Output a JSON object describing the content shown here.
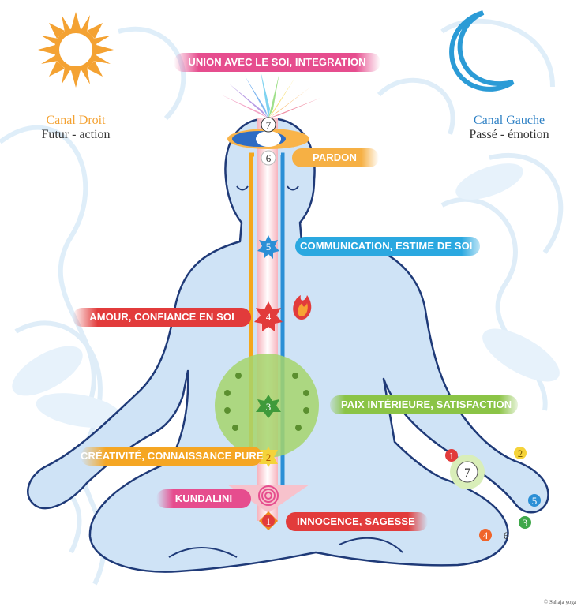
{
  "labels": {
    "union": "UNION AVEC LE SOI, INTEGRATION",
    "pardon": "PARDON",
    "communication": "COMMUNICATION, ESTIME DE SOI",
    "amour": "AMOUR, CONFIANCE EN SOI",
    "paix": "PAIX INTÉRIEURE, SATISFACTION",
    "creativite": "CRÉATIVITÉ, CONNAISSANCE PURE",
    "kundalini": "KUNDALINI",
    "innocence": "INNOCENCE, SAGESSE"
  },
  "canal_droit": {
    "title": "Canal Droit",
    "subtitle": "Futur - action"
  },
  "canal_gauche": {
    "title": "Canal Gauche",
    "subtitle": "Passé - émotion"
  },
  "chakras": [
    "1",
    "2",
    "3",
    "4",
    "5",
    "6",
    "7"
  ],
  "hand": [
    "1",
    "2",
    "7",
    "5",
    "3",
    "4",
    "6"
  ],
  "copyright": "© Sahaja yoga",
  "colors": {
    "union": "#e64d8e",
    "pardon": "#f6b044",
    "communication": "#2aa8e0",
    "amour": "#e23b3b",
    "paix": "#8bc446",
    "creativite": "#f5a623",
    "kundalini": "#e64d8e",
    "innocence": "#e23b3b",
    "body": "#cfe3f6",
    "body_outline": "#1f3a78",
    "sun": "#f4a232",
    "moon": "#2b9bd6",
    "left_channel": "#f4a71b",
    "right_channel": "#2b8fd6",
    "central_channel": "#f08a9c"
  }
}
